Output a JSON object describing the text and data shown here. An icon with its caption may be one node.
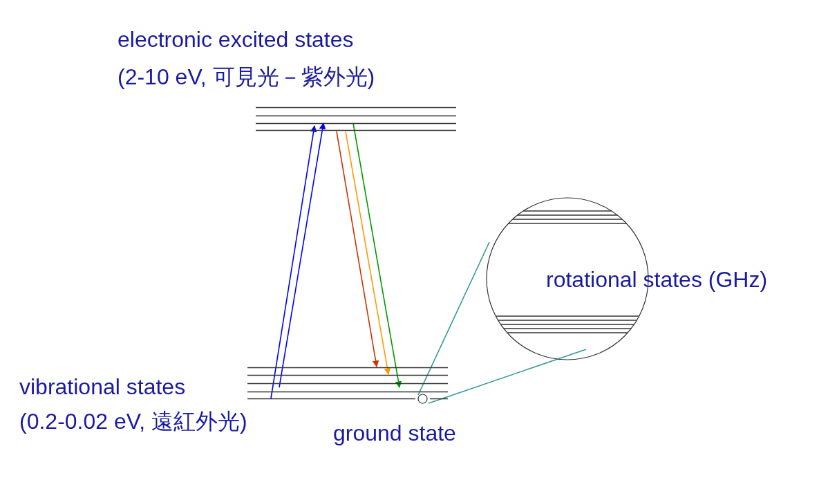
{
  "diagram": {
    "nodes": [
      {
        "text": [
          "electronic excited states",
          "(2-10 eV, 可見光－紫外光)"
        ]
      },
      {
        "text": [
          "vibrational states",
          "(0.2-0.02 eV, 遠紅外光)"
        ],
        "beside": [
          "ground state"
        ]
      },
      {
        "text": [],
        "shape": "circle",
        "in": 1
      },
      {
        "text": [
          "rotational states (GHz)"
        ]
      }
    ],
    "edges": [
      {
        "from": 1,
        "to": 0,
        "arrow": "to",
        "color": "#0000ff"
      },
      {
        "from": 1,
        "to": 0,
        "arrow": "to",
        "color": "#0000ff"
      },
      {
        "from": 0,
        "to": 1,
        "arrow": "to",
        "color": "#cc3300"
      },
      {
        "from": 0,
        "to": 1,
        "arrow": "to",
        "color": "#ff9900"
      },
      {
        "from": 0,
        "to": 1,
        "arrow": "to",
        "color": "#009900"
      },
      {
        "from": 2,
        "to": 3,
        "arrow": "none",
        "color": "#339999"
      },
      {
        "from": 2,
        "to": 3,
        "arrow": "none",
        "color": "#339999"
      }
    ]
  }
}
